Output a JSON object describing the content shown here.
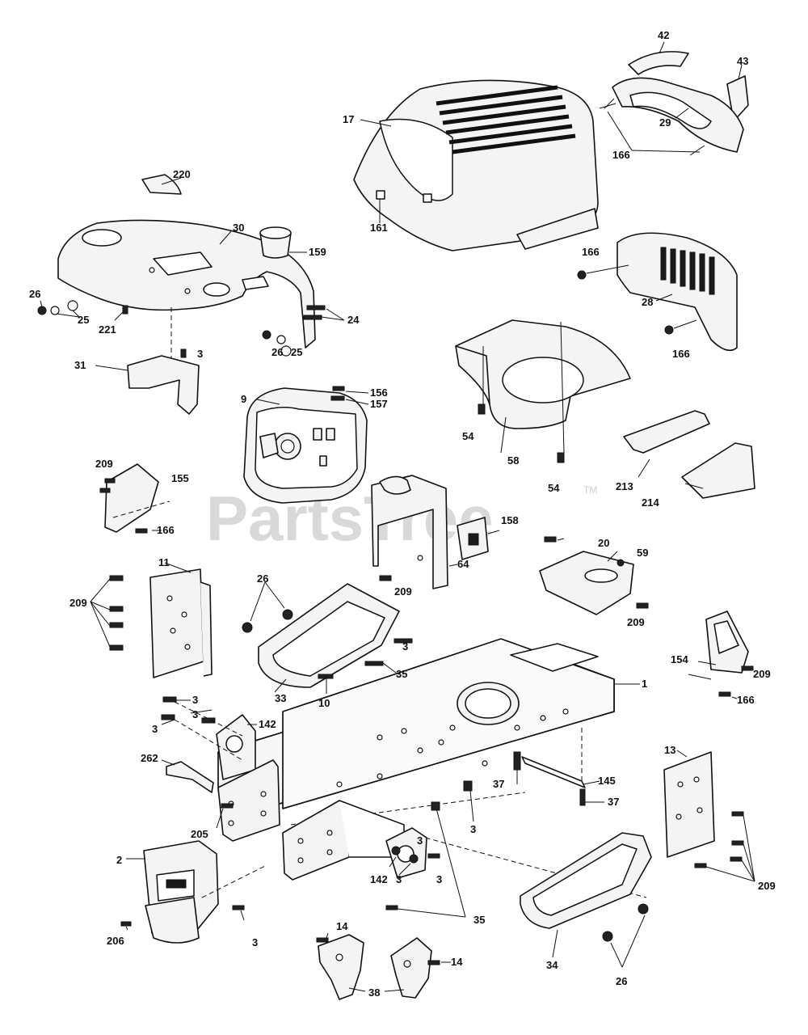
{
  "watermark": {
    "text": "PartsTree",
    "trademark": "TM"
  },
  "callouts": {
    "c42": "42",
    "c43": "43",
    "c17": "17",
    "c29": "29",
    "c166a": "166",
    "c220": "220",
    "c30": "30",
    "c159": "159",
    "c161": "161",
    "c166b": "166",
    "c26a": "26",
    "c25a": "25",
    "c221": "221",
    "c24": "24",
    "c28": "28",
    "c31": "31",
    "c3a": "3",
    "c26b": "26",
    "c25b": "25",
    "c166c": "166",
    "c156": "156",
    "c157": "157",
    "c9": "9",
    "c54a": "54",
    "c58": "58",
    "c54b": "54",
    "c213": "213",
    "c209a": "209",
    "c155": "155",
    "c166d": "166",
    "c214": "214",
    "c158": "158",
    "c11": "11",
    "c209b": "209",
    "c26c": "26",
    "c209c": "209",
    "c64": "64",
    "c20": "20",
    "c59": "59",
    "c209d": "209",
    "c3b": "3",
    "c35a": "35",
    "c33": "33",
    "c10": "10",
    "c154": "154",
    "c209e": "209",
    "c166e": "166",
    "c1": "1",
    "c3c": "3",
    "c3d": "3",
    "c142a": "142",
    "c3e": "3",
    "c262": "262",
    "c13": "13",
    "c145": "145",
    "c37a": "37",
    "c37b": "37",
    "c205": "205",
    "c3f": "3",
    "c2": "2",
    "c3g": "3",
    "c142b": "142",
    "c3h": "3",
    "c3i": "3",
    "c209f": "209",
    "c35b": "35",
    "c206": "206",
    "c3j": "3",
    "c14a": "14",
    "c14b": "14",
    "c34": "34",
    "c38": "38",
    "c26d": "26"
  }
}
